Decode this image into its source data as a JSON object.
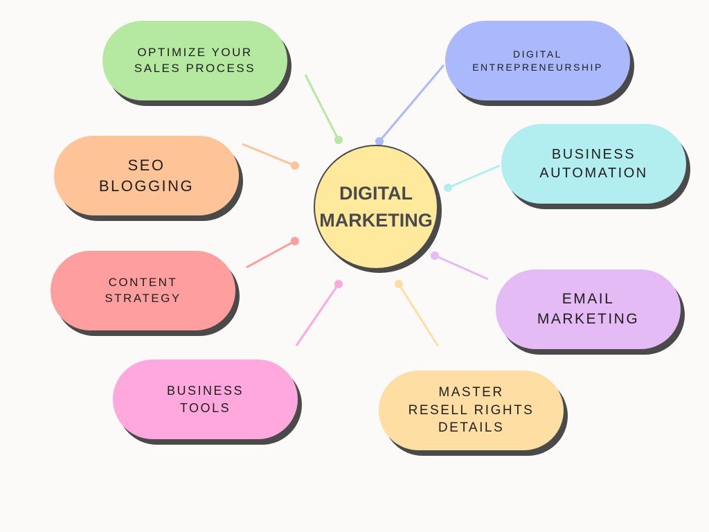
{
  "center": {
    "line1": "DIGITAL",
    "line2": "MARKETING",
    "color": "#ffe99c"
  },
  "nodes": [
    {
      "lines": [
        "OPTIMIZE YOUR",
        "SALES PROCESS"
      ],
      "color": "#b5e8a0"
    },
    {
      "lines": [
        "DIGITAL",
        "ENTREPRENEURSHIP"
      ],
      "color": "#a9b9fc"
    },
    {
      "lines": [
        "SEO",
        "BLOGGING"
      ],
      "color": "#ffc398"
    },
    {
      "lines": [
        "BUSINESS",
        "AUTOMATION"
      ],
      "color": "#b2eef0"
    },
    {
      "lines": [
        "CONTENT",
        "STRATEGY"
      ],
      "color": "#ff9e9e"
    },
    {
      "lines": [
        "EMAIL",
        "MARKETING"
      ],
      "color": "#e4bbf4"
    },
    {
      "lines": [
        "BUSINESS",
        "TOOLS"
      ],
      "color": "#ffa8dd"
    },
    {
      "lines": [
        "MASTER",
        "RESELL RIGHTS",
        "DETAILS"
      ],
      "color": "#ffdea3"
    }
  ]
}
